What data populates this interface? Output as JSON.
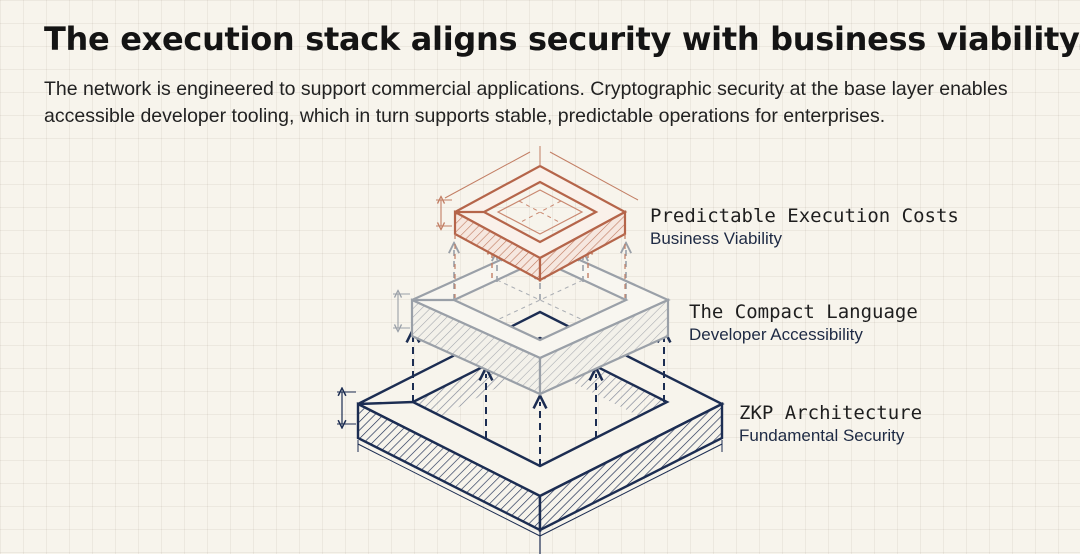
{
  "header": {
    "title": "The execution stack aligns security with business viability.",
    "subtitle": "The network is engineered to support commercial applications. Cryptographic security at the base layer enables accessible developer tooling, which in turn supports stable, predictable operations for enterprises."
  },
  "layers": [
    {
      "name": "Predictable Execution Costs",
      "subtitle": "Business Viability",
      "color": "#b5654a"
    },
    {
      "name": "The Compact Language",
      "subtitle": "Developer Accessibility",
      "color": "#8f949b"
    },
    {
      "name": "ZKP Architecture",
      "subtitle": "Fundamental Security",
      "color": "#1c2d52"
    }
  ],
  "colors": {
    "background": "#f7f4ec",
    "grid": "#e3dfd4"
  }
}
